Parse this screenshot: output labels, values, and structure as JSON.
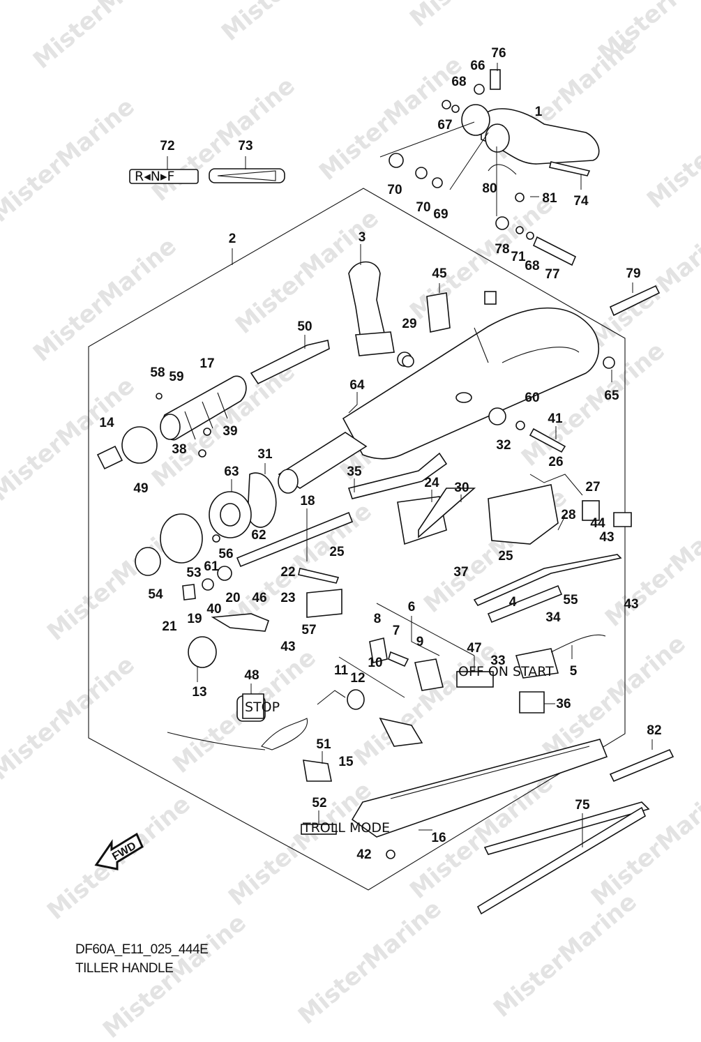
{
  "watermark": "MisterMarine",
  "caption": {
    "code": "DF60A_E11_025_444E",
    "title": "TILLER HANDLE"
  },
  "decals": {
    "shift": "R◂N▸F",
    "off_on_start": "OFF ON START",
    "stop": "STOP",
    "troll": "TROLL MODE",
    "fwd": "FWD"
  },
  "part_numbers": [
    "1",
    "2",
    "3",
    "4",
    "5",
    "6",
    "7",
    "8",
    "9",
    "10",
    "11",
    "12",
    "13",
    "14",
    "15",
    "16",
    "17",
    "18",
    "19",
    "20",
    "21",
    "22",
    "23",
    "24",
    "25",
    "26",
    "27",
    "28",
    "29",
    "30",
    "31",
    "32",
    "33",
    "34",
    "35",
    "36",
    "37",
    "38",
    "39",
    "40",
    "41",
    "42",
    "43",
    "44",
    "45",
    "46",
    "47",
    "48",
    "49",
    "50",
    "51",
    "52",
    "53",
    "54",
    "55",
    "56",
    "57",
    "58",
    "59",
    "60",
    "61",
    "62",
    "63",
    "64",
    "65",
    "66",
    "67",
    "68",
    "69",
    "70",
    "71",
    "72",
    "73",
    "74",
    "75",
    "76",
    "77",
    "78",
    "79",
    "80",
    "81",
    "82"
  ],
  "callouts": [
    {
      "id": "76",
      "label": "76"
    },
    {
      "id": "66",
      "label": "66"
    },
    {
      "id": "68a",
      "label": "68"
    },
    {
      "id": "1",
      "label": "1"
    },
    {
      "id": "67",
      "label": "67"
    },
    {
      "id": "72",
      "label": "72"
    },
    {
      "id": "73",
      "label": "73"
    },
    {
      "id": "70a",
      "label": "70"
    },
    {
      "id": "70b",
      "label": "70"
    },
    {
      "id": "69",
      "label": "69"
    },
    {
      "id": "80",
      "label": "80"
    },
    {
      "id": "81",
      "label": "81"
    },
    {
      "id": "74",
      "label": "74"
    },
    {
      "id": "2",
      "label": "2"
    },
    {
      "id": "3",
      "label": "3"
    },
    {
      "id": "78",
      "label": "78"
    },
    {
      "id": "71",
      "label": "71"
    },
    {
      "id": "68b",
      "label": "68"
    },
    {
      "id": "77",
      "label": "77"
    },
    {
      "id": "79",
      "label": "79"
    },
    {
      "id": "45",
      "label": "45"
    },
    {
      "id": "29",
      "label": "29"
    },
    {
      "id": "50",
      "label": "50"
    },
    {
      "id": "17",
      "label": "17"
    },
    {
      "id": "58",
      "label": "58"
    },
    {
      "id": "59",
      "label": "59"
    },
    {
      "id": "64",
      "label": "64"
    },
    {
      "id": "65",
      "label": "65"
    },
    {
      "id": "60",
      "label": "60"
    },
    {
      "id": "14",
      "label": "14"
    },
    {
      "id": "39",
      "label": "39"
    },
    {
      "id": "41",
      "label": "41"
    },
    {
      "id": "38",
      "label": "38"
    },
    {
      "id": "32",
      "label": "32"
    },
    {
      "id": "31",
      "label": "31"
    },
    {
      "id": "26",
      "label": "26"
    },
    {
      "id": "63",
      "label": "63"
    },
    {
      "id": "49",
      "label": "49"
    },
    {
      "id": "35",
      "label": "35"
    },
    {
      "id": "24",
      "label": "24"
    },
    {
      "id": "30",
      "label": "30"
    },
    {
      "id": "27",
      "label": "27"
    },
    {
      "id": "18",
      "label": "18"
    },
    {
      "id": "28",
      "label": "28"
    },
    {
      "id": "44",
      "label": "44"
    },
    {
      "id": "62",
      "label": "62"
    },
    {
      "id": "43a",
      "label": "43"
    },
    {
      "id": "56",
      "label": "56"
    },
    {
      "id": "61",
      "label": "61"
    },
    {
      "id": "25a",
      "label": "25"
    },
    {
      "id": "25b",
      "label": "25"
    },
    {
      "id": "53",
      "label": "53"
    },
    {
      "id": "22",
      "label": "22"
    },
    {
      "id": "37",
      "label": "37"
    },
    {
      "id": "54",
      "label": "54"
    },
    {
      "id": "40",
      "label": "40"
    },
    {
      "id": "20",
      "label": "20"
    },
    {
      "id": "23",
      "label": "23"
    },
    {
      "id": "46",
      "label": "46"
    },
    {
      "id": "6",
      "label": "6"
    },
    {
      "id": "4",
      "label": "4"
    },
    {
      "id": "55",
      "label": "55"
    },
    {
      "id": "43b",
      "label": "43"
    },
    {
      "id": "19",
      "label": "19"
    },
    {
      "id": "34",
      "label": "34"
    },
    {
      "id": "21",
      "label": "21"
    },
    {
      "id": "8",
      "label": "8"
    },
    {
      "id": "57",
      "label": "57"
    },
    {
      "id": "7",
      "label": "7"
    },
    {
      "id": "9",
      "label": "9"
    },
    {
      "id": "43c",
      "label": "43"
    },
    {
      "id": "47",
      "label": "47"
    },
    {
      "id": "33",
      "label": "33"
    },
    {
      "id": "10",
      "label": "10"
    },
    {
      "id": "5",
      "label": "5"
    },
    {
      "id": "13",
      "label": "13"
    },
    {
      "id": "48",
      "label": "48"
    },
    {
      "id": "11",
      "label": "11"
    },
    {
      "id": "12",
      "label": "12"
    },
    {
      "id": "36",
      "label": "36"
    },
    {
      "id": "82",
      "label": "82"
    },
    {
      "id": "51",
      "label": "51"
    },
    {
      "id": "15",
      "label": "15"
    },
    {
      "id": "52",
      "label": "52"
    },
    {
      "id": "16",
      "label": "16"
    },
    {
      "id": "75",
      "label": "75"
    },
    {
      "id": "42",
      "label": "42"
    }
  ]
}
